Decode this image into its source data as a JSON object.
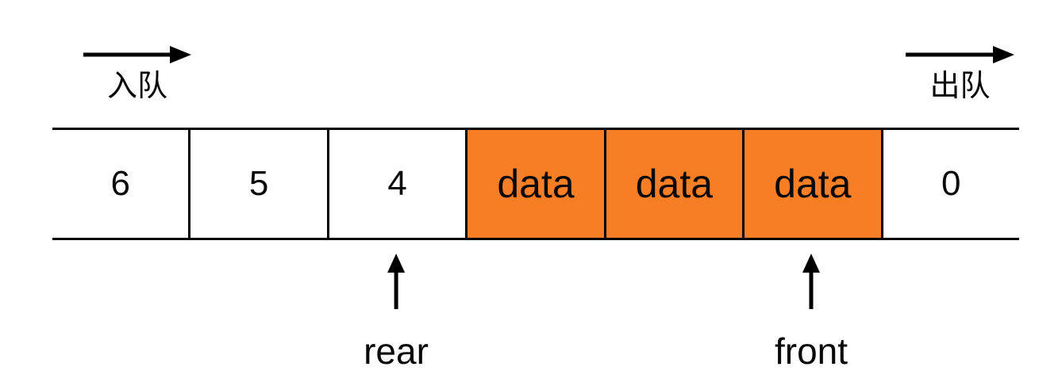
{
  "diagram": {
    "title_semantic": "queue-array-diagram",
    "enqueue_label": "入队",
    "dequeue_label": "出队",
    "rear_label": "rear",
    "front_label": "front",
    "cells": [
      {
        "text": "6",
        "highlighted": false
      },
      {
        "text": "5",
        "highlighted": false
      },
      {
        "text": "4",
        "highlighted": false
      },
      {
        "text": "data",
        "highlighted": true
      },
      {
        "text": "data",
        "highlighted": true
      },
      {
        "text": "data",
        "highlighted": true
      },
      {
        "text": "0",
        "highlighted": false
      }
    ],
    "pointers": [
      {
        "label": "rear",
        "points_to_cell_index": 2
      },
      {
        "label": "front",
        "points_to_cell_index": 5
      }
    ],
    "colors": {
      "highlight": "#F87E26",
      "line": "#000000",
      "text": "#0a0a0a",
      "background": "#ffffff"
    }
  }
}
